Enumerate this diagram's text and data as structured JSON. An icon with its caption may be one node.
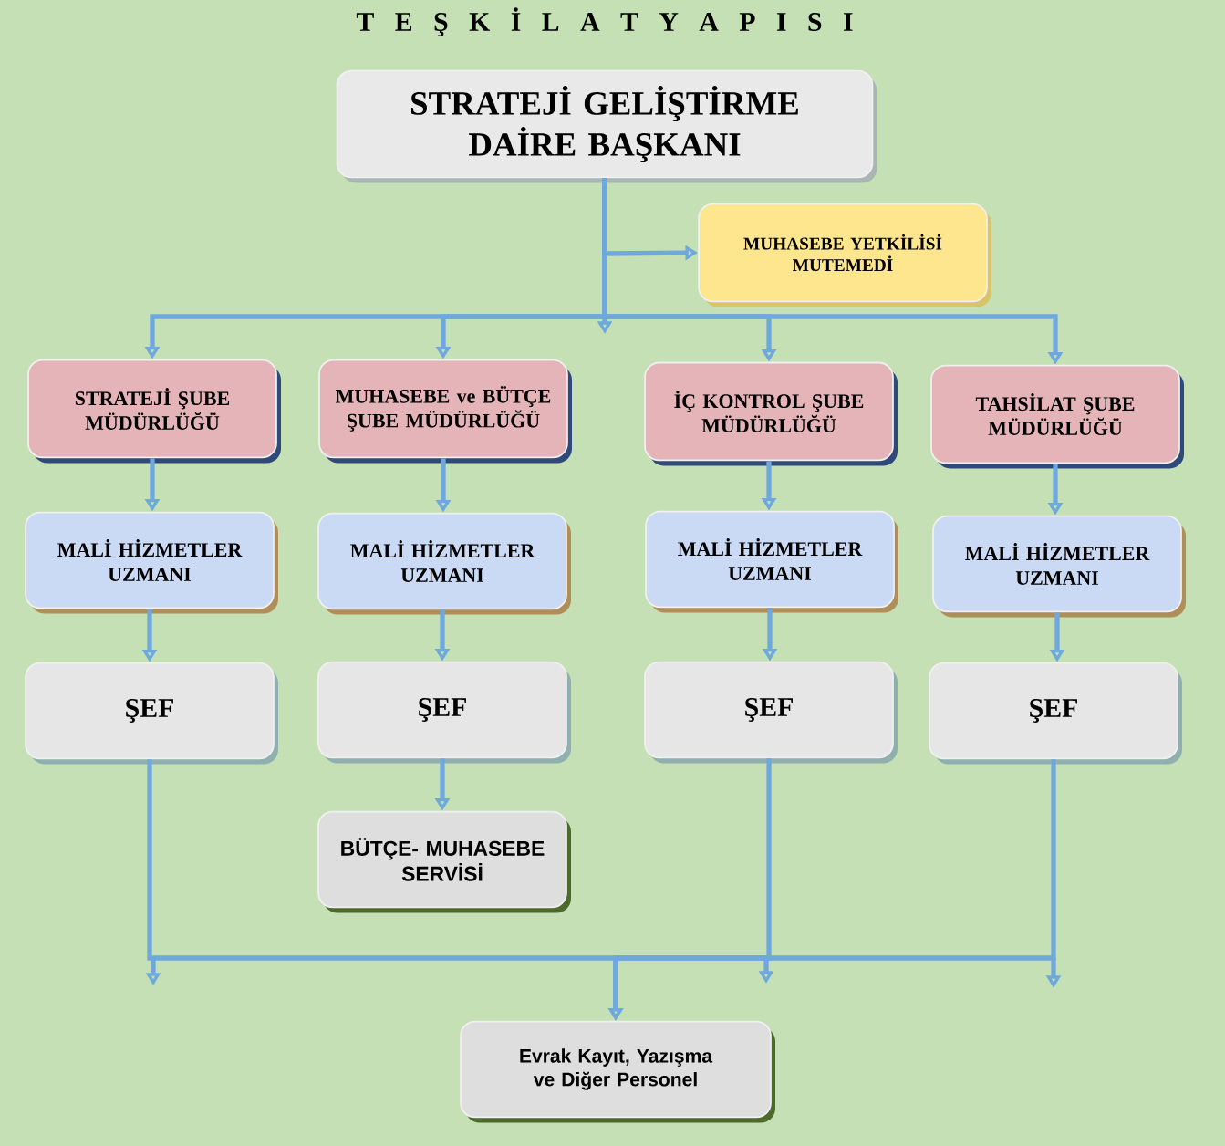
{
  "diagram": {
    "title": "T E Ş K İ L A T Y A P I S I",
    "nodes": [
      {
        "text": [
          "STRATEJİ GELİŞTİRME DAİRE BAŞKANI"
        ]
      },
      {
        "text": [
          "MUHASEBE YETKİLİSİ MUTEMEDİ"
        ]
      },
      {
        "text": [
          "STRATEJİ ŞUBE MÜDÜRLÜĞÜ"
        ]
      },
      {
        "text": [
          "MUHASEBE ve BÜTÇE ŞUBE MÜDÜRLÜĞÜ"
        ]
      },
      {
        "text": [
          "İÇ KONTROL ŞUBE MÜDÜRLÜĞÜ"
        ]
      },
      {
        "text": [
          "TAHSİLAT ŞUBE MÜDÜRLÜĞÜ"
        ]
      },
      {
        "text": [
          "MALİ HİZMETLER UZMANI"
        ]
      },
      {
        "text": [
          "MALİ HİZMETLER UZMANI"
        ]
      },
      {
        "text": [
          "MALİ HİZMETLER UZMANI"
        ]
      },
      {
        "text": [
          "MALİ HİZMETLER UZMANI"
        ]
      },
      {
        "text": [
          "ŞEF"
        ]
      },
      {
        "text": [
          "ŞEF"
        ]
      },
      {
        "text": [
          "ŞEF"
        ]
      },
      {
        "text": [
          "ŞEF"
        ]
      },
      {
        "text": [
          "BÜTÇE- MUHASEBE SERVİSİ"
        ]
      },
      {
        "text": [
          "Evrak Kayıt, Yazışma ve Diğer Personel"
        ]
      }
    ],
    "edges": [
      {
        "from": 0,
        "to": 1,
        "arrow": "to"
      },
      {
        "from": 0,
        "to": 2,
        "arrow": "to"
      },
      {
        "from": 0,
        "to": 3,
        "arrow": "to"
      },
      {
        "from": 0,
        "to": 4,
        "arrow": "to"
      },
      {
        "from": 0,
        "to": 5,
        "arrow": "to"
      },
      {
        "from": 2,
        "to": 6,
        "arrow": "to"
      },
      {
        "from": 3,
        "to": 7,
        "arrow": "to"
      },
      {
        "from": 4,
        "to": 8,
        "arrow": "to"
      },
      {
        "from": 5,
        "to": 9,
        "arrow": "to"
      },
      {
        "from": 6,
        "to": 10,
        "arrow": "to"
      },
      {
        "from": 7,
        "to": 11,
        "arrow": "to"
      },
      {
        "from": 8,
        "to": 12,
        "arrow": "to"
      },
      {
        "from": 9,
        "to": 13,
        "arrow": "to"
      },
      {
        "from": 11,
        "to": 14,
        "arrow": "to"
      },
      {
        "from": 10,
        "to": 15,
        "arrow": "to"
      },
      {
        "from": 12,
        "to": 15,
        "arrow": "to"
      },
      {
        "from": 13,
        "to": 15,
        "arrow": "to"
      }
    ]
  }
}
